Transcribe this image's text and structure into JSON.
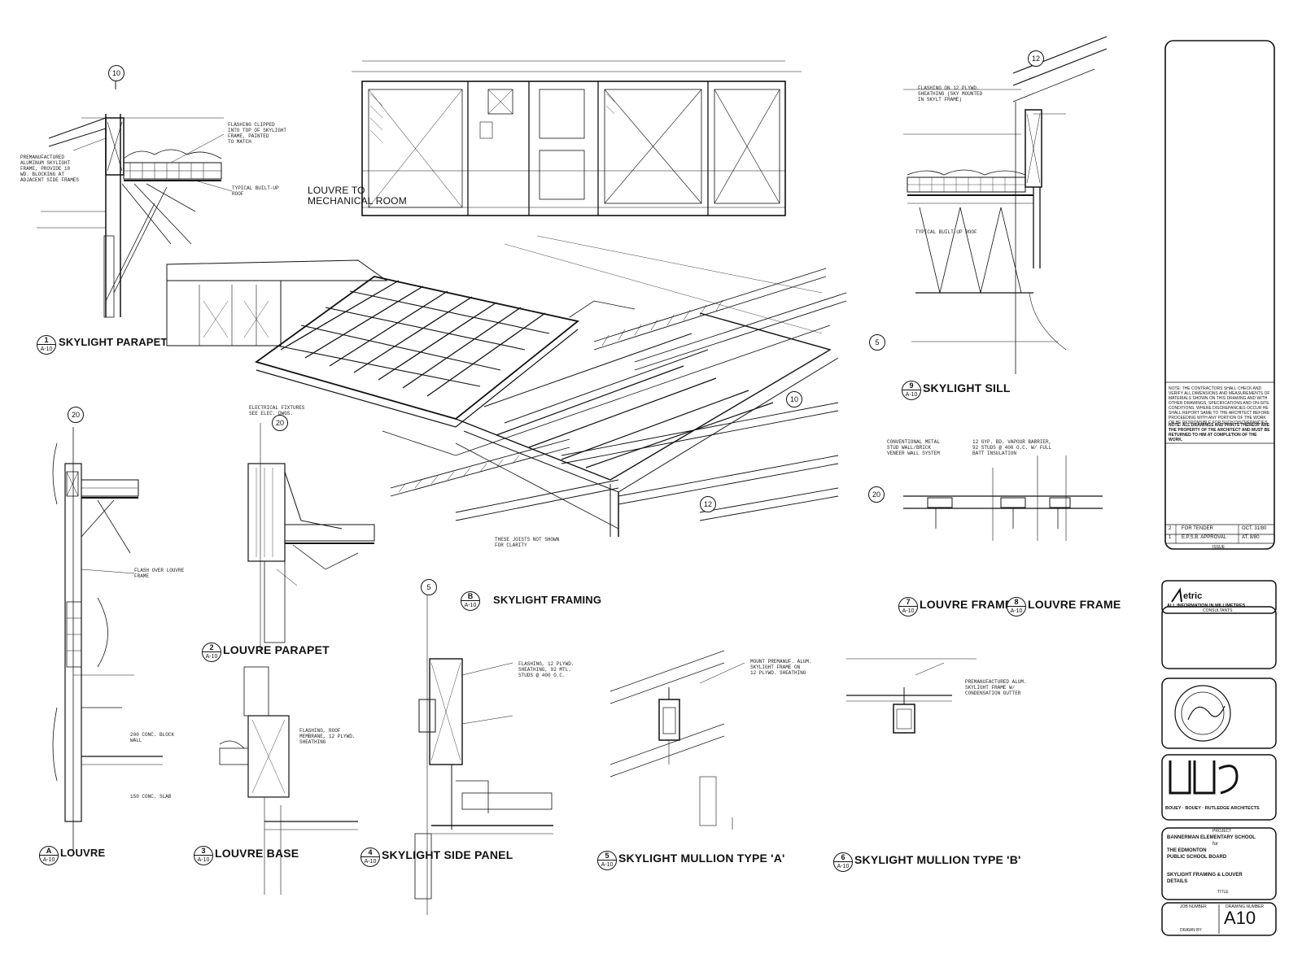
{
  "details": {
    "d1": {
      "num": "1",
      "sheet": "A-10",
      "title": "SKYLIGHT PARAPET"
    },
    "d2": {
      "num": "2",
      "sheet": "A-10",
      "title": "LOUVRE PARAPET"
    },
    "d3": {
      "num": "3",
      "sheet": "A-10",
      "title": "LOUVRE BASE"
    },
    "d4": {
      "num": "4",
      "sheet": "A-10",
      "title": "SKYLIGHT SIDE PANEL"
    },
    "d5": {
      "num": "5",
      "sheet": "A-10",
      "title": "SKYLIGHT MULLION TYPE 'A'"
    },
    "d6": {
      "num": "6",
      "sheet": "A-10",
      "title": "SKYLIGHT MULLION TYPE 'B'"
    },
    "d7": {
      "num": "7",
      "sheet": "A-10",
      "title": "LOUVRE FRAME"
    },
    "d8": {
      "num": "8",
      "sheet": "A-10",
      "title": "LOUVRE FRAME"
    },
    "d9": {
      "num": "9",
      "sheet": "A-10",
      "title": "SKYLIGHT SILL"
    },
    "dA": {
      "num": "A",
      "sheet": "A-10",
      "title": "LOUVRE"
    },
    "dB": {
      "num": "B",
      "sheet": "A-10",
      "title": "SKYLIGHT FRAMING"
    },
    "elev": {
      "title": "LOUVRE TO MECHANICAL ROOM"
    }
  },
  "grid_refs": [
    "10",
    "12",
    "20",
    "5"
  ],
  "notes": {
    "n1": "PREMANUFACTURED\nALUMINUM SKYLIGHT\nFRAME, PROVIDE 10\nWD. BLOCKING AT\nADJACENT SIDE FRAMES",
    "n2": "FLASHING CLIPPED\nINTO TOP OF SKYLIGHT\nFRAME, PAINTED\nTO MATCH",
    "n3": "TYPICAL BUILT-UP\nROOF",
    "n4": "FLASHING ON 12 PLYWD.\nSHEATHING (SKY MOUNTED\nIN SKYLT FRAME)",
    "n5": "TYPICAL BUILT-UP ROOF",
    "n6": "CONVENTIONAL METAL\nSTUD WALL/BRICK\nVENEER WALL SYSTEM",
    "n7": "12 GYP. BD. VAPOUR BARRIER,\n92 STUDS @ 400 O.C. W/ FULL\nBATT INSULATION",
    "n8": "FLASH OVER LOUVRE\nFRAME",
    "n9": "FLASHING, ROOF\nMEMBRANE, 12 PLYWD.\nSHEATHING",
    "n10": "FLASHING, 12 PLYWD.\nSHEATHING, 92 MTL.\nSTUDS @ 400 O.C.",
    "n11": "MOUNT PREMANUF. ALUM.\nSKYLIGHT FRAME ON\n12 PLYWD. SHEATHING",
    "n12": "PREMANUFACTURED ALUM.\nSKYLIGHT FRAME W/\nCONDENSATION GUTTER",
    "n13": "200 CONC. BLOCK\nWALL",
    "n14": "150 CONC. SLAB",
    "n15": "ELECTRICAL FIXTURES\nSEE ELEC. DWGS.",
    "n16": "THESE JOISTS NOT SHOWN\nFOR CLARITY"
  },
  "title_block": {
    "note": "NOTE: THE CONTRACTORS SHALL CHECK AND VERIFY ALL DIMENSIONS AND MEASUREMENTS OF MATERIALS SHOWN ON THIS DRAWING AND WITH OTHER DRAWINGS, SPECIFICATIONS AND ON-SITE CONDITIONS. WHERE DISCREPANCIES OCCUR HE SHALL REPORT SAME TO THE ARCHITECT BEFORE PROCEEDING WITH ANY PORTION OF THE WORK OR BE RESPONSIBLE FOR SUCH DISCREPANCIES.",
    "note2": "NOTE: ALL DRAWINGS AND PRINTS THEREOF ARE THE PROPERTY OF THE ARCHITECT AND MUST BE RETURNED TO HIM AT COMPLETION OF THE WORK.",
    "issues": [
      {
        "no": "2",
        "desc": "FOR TENDER",
        "date": "OCT. 31/80"
      },
      {
        "no": "1",
        "desc": "E.P.S.B. APPROVAL",
        "date": "AT. 8/80"
      }
    ],
    "issue_label": "ISSUE",
    "metric_word": "etric",
    "metric_sub": "ALL INFORMATION IN MILLIMETRES",
    "consultants_label": "CONSULTANTS",
    "architect": "BOUEY · BOUEY · RUTLEDGE ARCHITECTS",
    "project_label": "PROJECT",
    "project_lines": [
      "BANNERMAN ELEMENTARY SCHOOL",
      "for",
      "THE EDMONTON",
      "PUBLIC SCHOOL BOARD"
    ],
    "title_lines": [
      "SKYLIGHT FRAMING & LOUVER",
      "DETAILS"
    ],
    "title_label": "TITLE",
    "job_number_label": "JOB NUMBER",
    "drawing_number_label": "DRAWING NUMBER",
    "drawn_by_label": "DRAWN BY",
    "drawing_number": "A10"
  }
}
